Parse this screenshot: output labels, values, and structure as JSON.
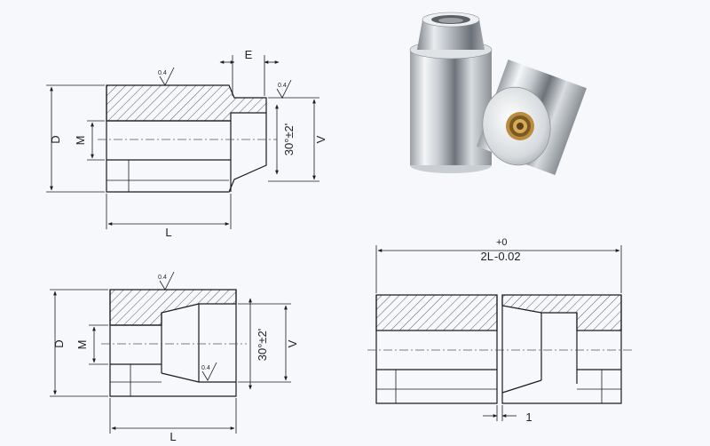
{
  "view_top_left": {
    "dim_D": "D",
    "dim_M": "M",
    "dim_L": "L",
    "dim_E": "E",
    "dim_V": "V",
    "angle": "30°±2'",
    "roughness_1": "0.4",
    "roughness_2": "0.4"
  },
  "view_bottom_left": {
    "dim_D": "D",
    "dim_M": "M",
    "dim_L": "L",
    "dim_V": "V",
    "angle": "30°±2'",
    "roughness_1": "0.4",
    "roughness_2": "0.4"
  },
  "view_bottom_right": {
    "dim_total_main": "2L",
    "dim_total_upper_tol": "+0",
    "dim_total_lower_tol": "-0.02",
    "dim_gap": "1"
  },
  "photo": {
    "description_icons": [
      "tapered-bushing-part",
      "threaded-bushing-part"
    ]
  }
}
